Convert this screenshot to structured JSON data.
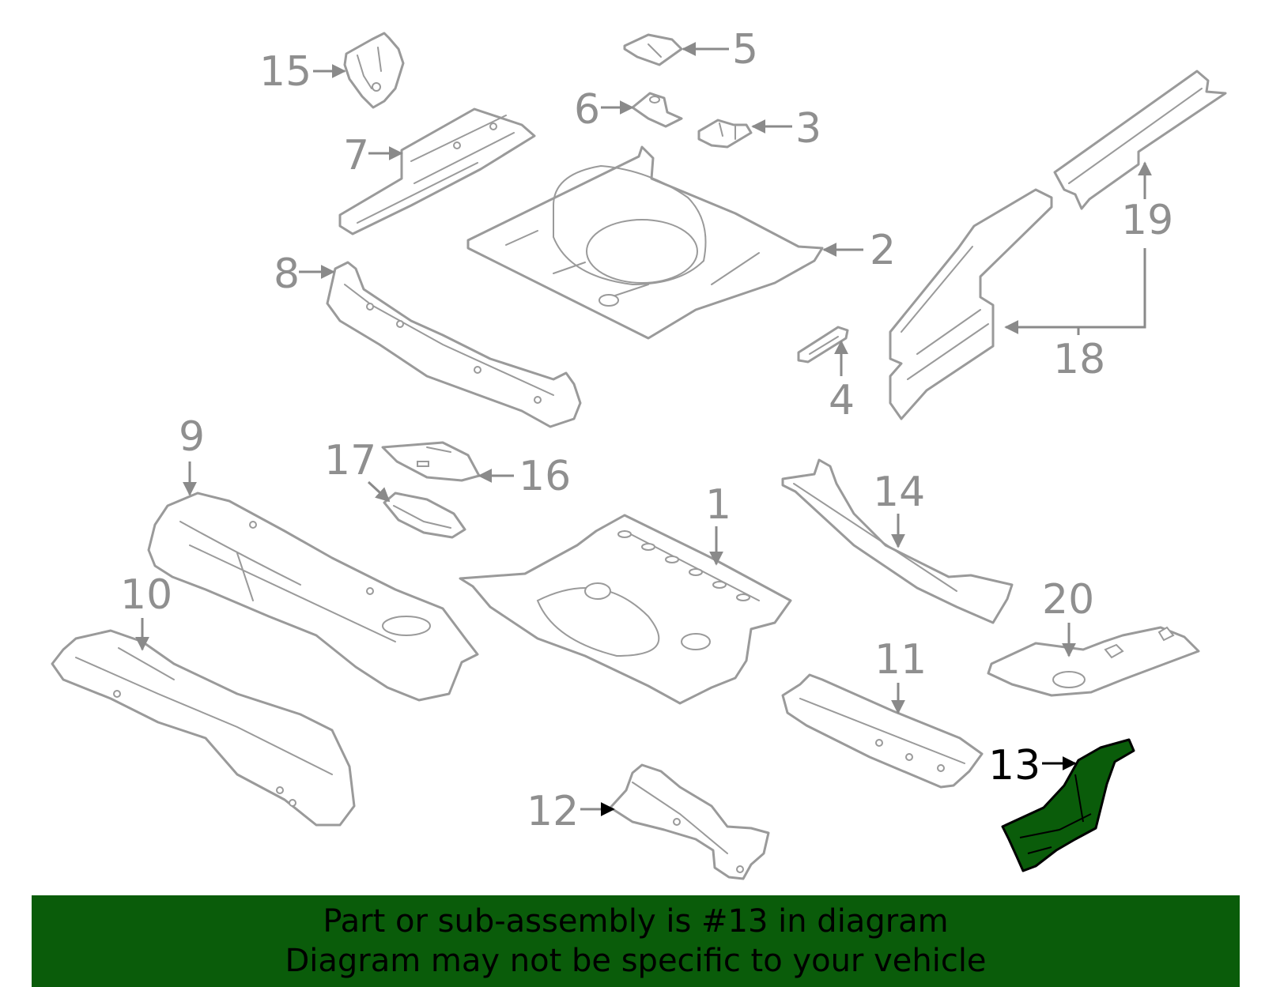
{
  "diagram": {
    "callouts": {
      "c1": "1",
      "c2": "2",
      "c3": "3",
      "c4": "4",
      "c5": "5",
      "c6": "6",
      "c7": "7",
      "c8": "8",
      "c9": "9",
      "c10": "10",
      "c11": "11",
      "c12": "12",
      "c13": "13",
      "c14": "14",
      "c15": "15",
      "c16": "16",
      "c17": "17",
      "c18": "18",
      "c19": "19",
      "c20": "20"
    },
    "highlighted_part": "13",
    "highlight_color": "#0a5c0a",
    "line_color": "#9a9a9a"
  },
  "banner": {
    "line1": "Part or sub-assembly is #13 in diagram",
    "line2": "Diagram may not be specific to your vehicle",
    "background": "#0a5c0a"
  }
}
